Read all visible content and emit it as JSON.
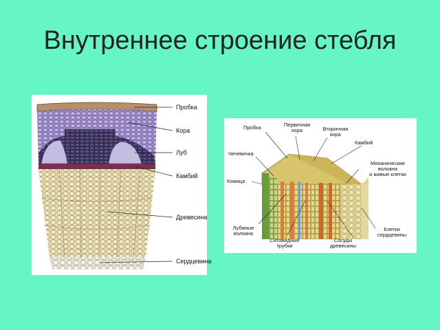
{
  "slide": {
    "title": "Внутреннее строение стебля"
  },
  "left_diagram": {
    "labels": {
      "cork": "Пробка",
      "bark": "Кора",
      "phloem": "Луб",
      "cambium": "Камбий",
      "wood": "Древесина",
      "pith": "Сердцевина"
    }
  },
  "right_diagram": {
    "labels": {
      "cork": "Пробка",
      "primary_cortex_1": "Первичная",
      "primary_cortex_2": "кора",
      "secondary_cortex_1": "Вторичная",
      "secondary_cortex_2": "кора",
      "cambium": "Камбий",
      "lenticel": "Чечевичка",
      "mech_1": "Механические",
      "mech_2": "волокна",
      "mech_3": "и живые клетки",
      "skin": "Кожица",
      "bast_1": "Лубяные",
      "bast_2": "волокна",
      "sieve_1": "Ситовидные",
      "sieve_2": "трубки",
      "vessels_1": "Сосуды",
      "vessels_2": "древесины",
      "pith_1": "Клетки",
      "pith_2": "сердцевины"
    }
  }
}
